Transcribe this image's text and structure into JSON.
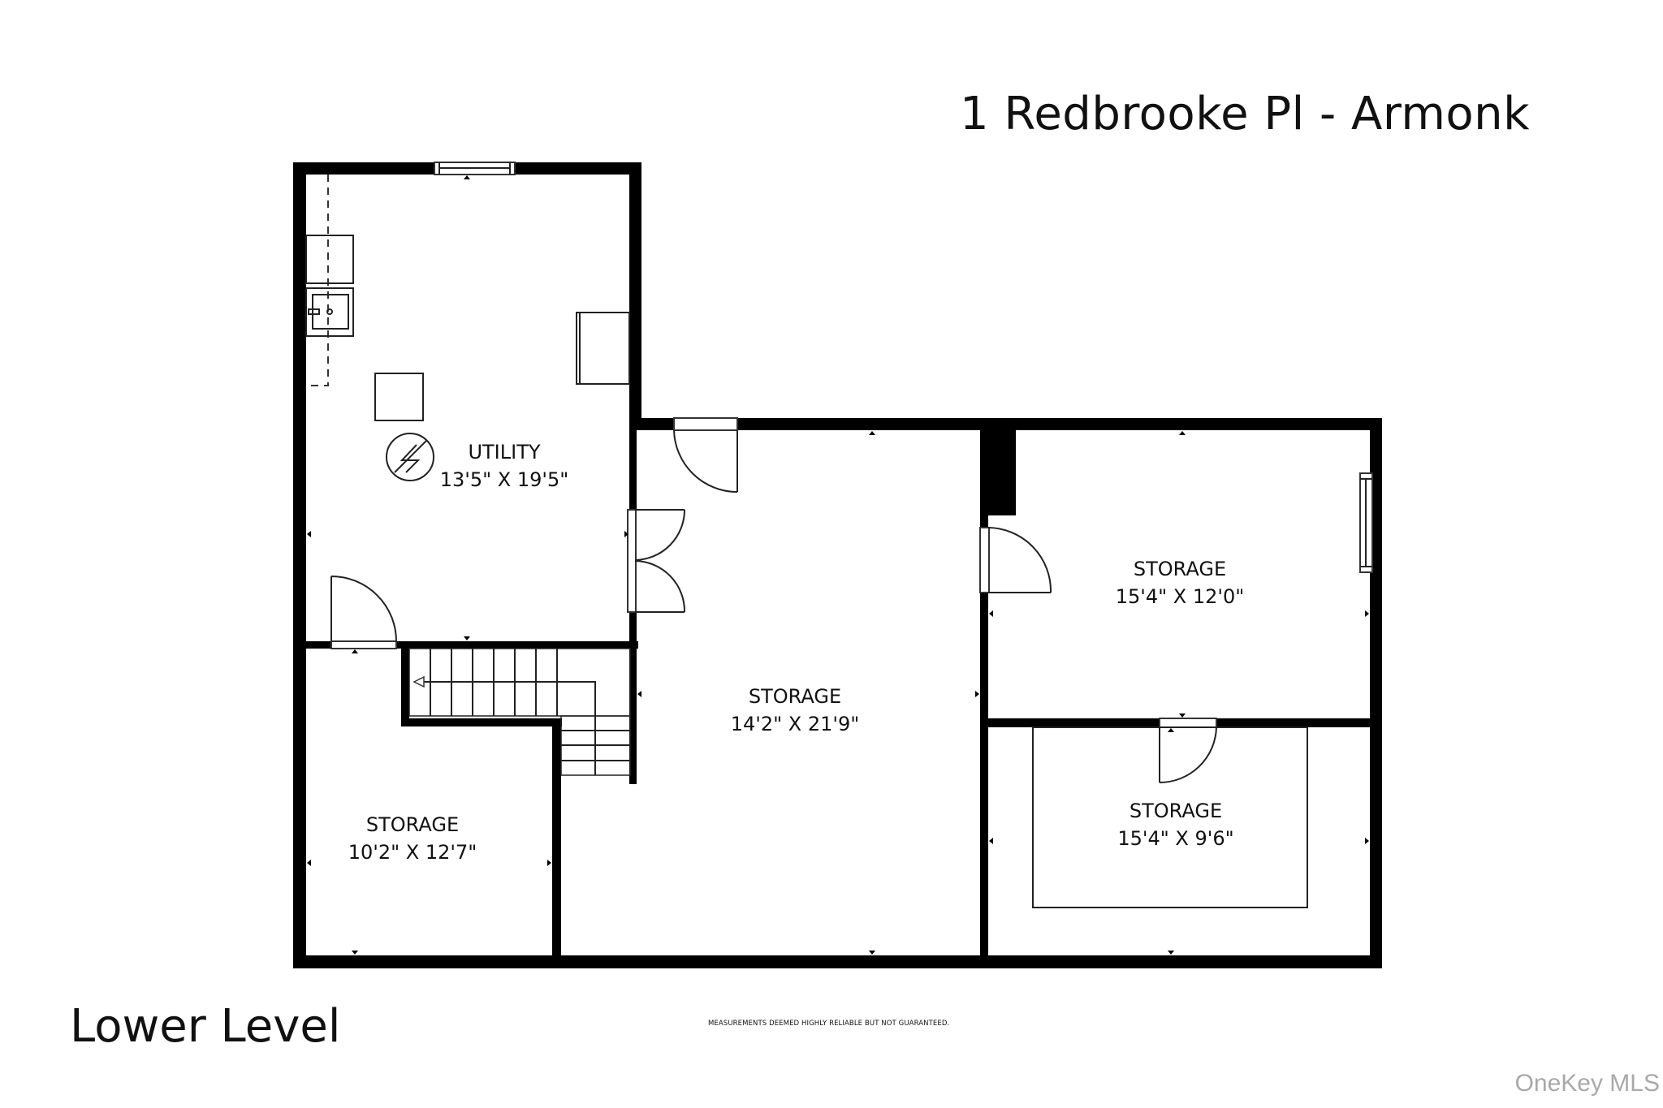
{
  "header": {
    "title": "1 Redbrooke Pl - Armonk"
  },
  "footer": {
    "level_name": "Lower Level",
    "disclaimer": "MEASUREMENTS DEEMED HIGHLY RELIABLE BUT NOT GUARANTEED.",
    "watermark": "OneKey MLS"
  },
  "rooms": [
    {
      "name": "UTILITY",
      "dimensions": "13'5\" X 19'5\""
    },
    {
      "name": "STORAGE",
      "dimensions": "14'2\" X 21'9\""
    },
    {
      "name": "STORAGE",
      "dimensions": "15'4\" X 12'0\""
    },
    {
      "name": "STORAGE",
      "dimensions": "15'4\" X 9'6\""
    },
    {
      "name": "STORAGE",
      "dimensions": "10'2\" X 12'7\""
    }
  ],
  "symbols": {
    "utility_panel": "electrical-panel-icon",
    "stairs": "stairs-icon"
  },
  "colors": {
    "wall": "#000000",
    "background": "#ffffff",
    "watermark": "#a9a9a9"
  }
}
